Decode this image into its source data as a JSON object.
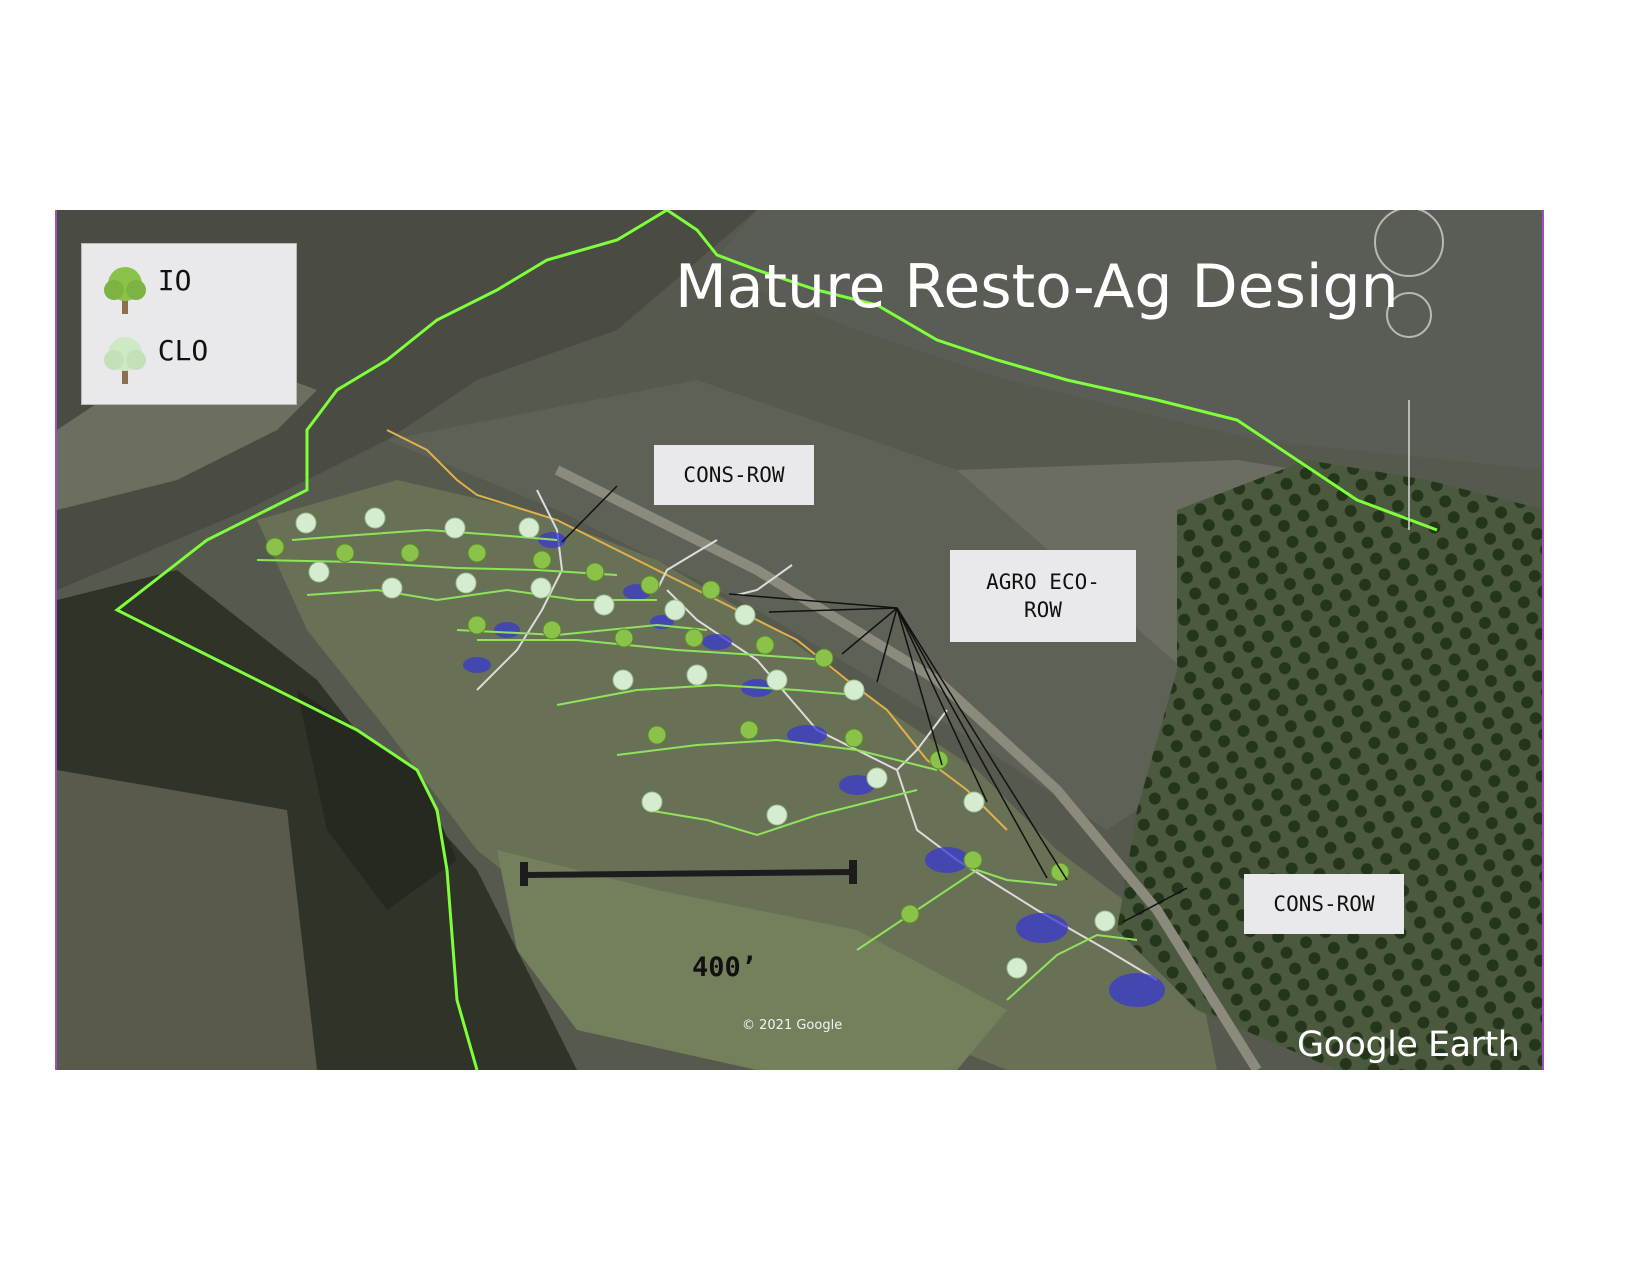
{
  "title": "Mature Resto-Ag Design",
  "legend": {
    "items": [
      {
        "symbol": "io-tree-icon",
        "label": "= IO",
        "color": "#8bc34a"
      },
      {
        "symbol": "clo-tree-icon",
        "label": "= CLO",
        "color": "#cfe8c6"
      }
    ]
  },
  "callouts": {
    "cons_row_top": "CONS-ROW",
    "agro_eco_row": "AGRO ECO-\nROW",
    "cons_row_bottom": "CONS-ROW"
  },
  "scale_bar": {
    "label": "400’"
  },
  "attribution": {
    "copyright": "© 2021 Google",
    "brand": "Google Earth"
  },
  "colors": {
    "boundary": "#7dff3a",
    "cons_row_line": "#e0b14a",
    "eco_row_line": "#8ee35a",
    "drainage": "#d9d9d9",
    "ponds": "#3a3ad0",
    "frame": "#a24bc9"
  }
}
